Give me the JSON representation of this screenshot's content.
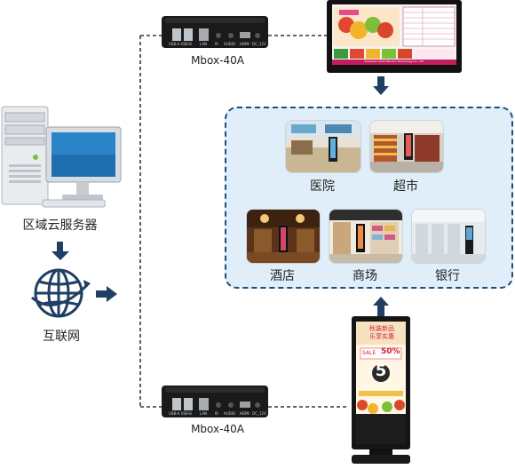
{
  "diagram": {
    "server_label": "区域云服务器",
    "internet_label": "互联网",
    "device_top_label": "Mbox-40A",
    "device_bottom_label": "Mbox-40A",
    "device_ports": [
      "USB-A",
      "USB-B",
      "LAN",
      "IR",
      "AUDIO",
      "HDMI",
      "DC_12V"
    ],
    "scenes": [
      {
        "id": "hospital",
        "label": "医院"
      },
      {
        "id": "supermarket",
        "label": "超市"
      },
      {
        "id": "hotel",
        "label": "酒店"
      },
      {
        "id": "mall",
        "label": "商场"
      },
      {
        "id": "bank",
        "label": "银行"
      }
    ],
    "monitor_footer": "Shenzhen Onart Electric Technology Co., LTD",
    "kiosk": {
      "line1": "秋装新品",
      "line2": "乐享实惠",
      "sale_text": "SALE",
      "percent": "50%",
      "big_number": "5"
    },
    "colors": {
      "arrow": "#1f3f63",
      "panel_border": "#1e4e7a",
      "panel_fill": "#dfeef8",
      "connector": "#2a3848"
    }
  }
}
